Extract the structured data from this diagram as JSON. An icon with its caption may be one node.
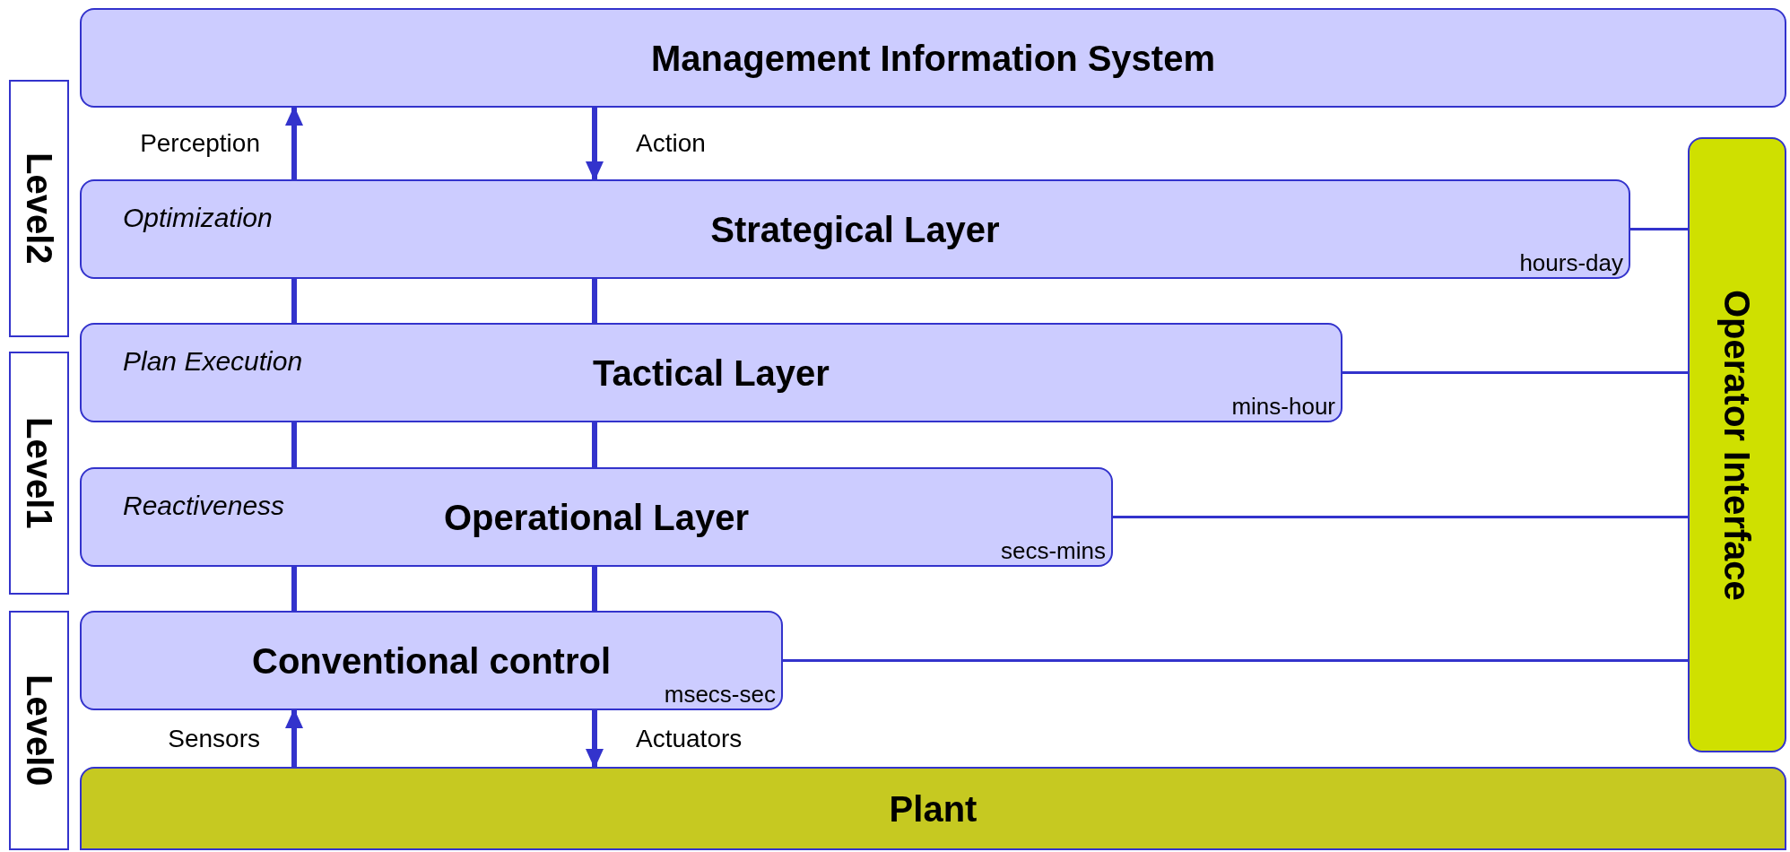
{
  "diagram": {
    "nodes": [
      {
        "text": [
          "Management Information System"
        ]
      },
      {
        "text": [
          "Optimization",
          "Strategical Layer",
          "hours-day"
        ]
      },
      {
        "text": [
          "Plan Execution",
          "Tactical Layer",
          "mins-hour"
        ]
      },
      {
        "text": [
          "Reactiveness",
          "Operational Layer",
          "secs-mins"
        ]
      },
      {
        "text": [
          "Conventional control",
          "msecs-sec"
        ]
      },
      {
        "text": [
          "Plant"
        ]
      },
      {
        "text": [
          "Operator Interface"
        ]
      },
      {
        "text": [
          "Level2"
        ]
      },
      {
        "text": [
          "Level1"
        ]
      },
      {
        "text": [
          "Level0"
        ]
      }
    ],
    "edges": [
      {
        "from": 1,
        "to": 0,
        "arrow": "to",
        "label": "Perception"
      },
      {
        "from": 0,
        "to": 1,
        "arrow": "to",
        "label": "Action"
      },
      {
        "from": 2,
        "to": 1,
        "arrow": "none"
      },
      {
        "from": 2,
        "to": 1,
        "arrow": "none"
      },
      {
        "from": 3,
        "to": 2,
        "arrow": "none"
      },
      {
        "from": 3,
        "to": 2,
        "arrow": "none"
      },
      {
        "from": 4,
        "to": 3,
        "arrow": "none"
      },
      {
        "from": 4,
        "to": 3,
        "arrow": "none"
      },
      {
        "from": 5,
        "to": 4,
        "arrow": "to",
        "label": "Sensors"
      },
      {
        "from": 4,
        "to": 5,
        "arrow": "to",
        "label": "Actuators"
      },
      {
        "from": 1,
        "to": 6,
        "arrow": "none"
      },
      {
        "from": 2,
        "to": 6,
        "arrow": "none"
      },
      {
        "from": 3,
        "to": 6,
        "arrow": "none"
      },
      {
        "from": 4,
        "to": 6,
        "arrow": "none"
      }
    ]
  }
}
